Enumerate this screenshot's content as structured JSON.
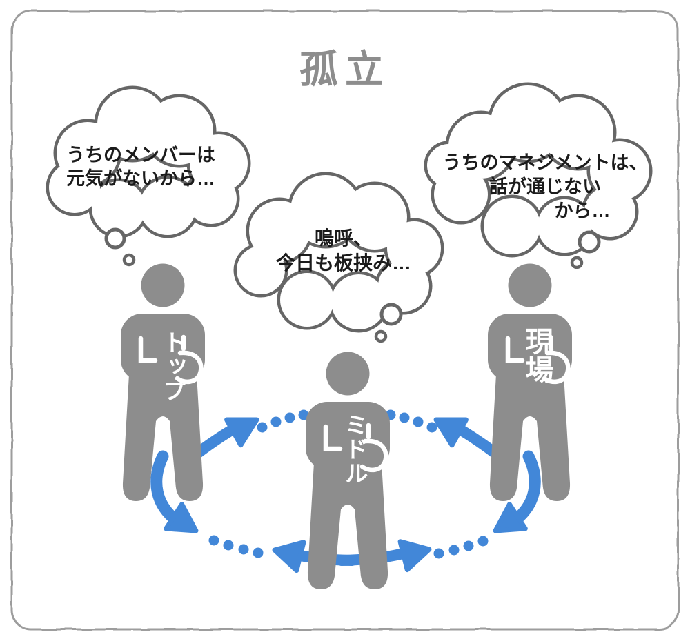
{
  "title": "孤立",
  "colors": {
    "accent_blue": "#4287d8",
    "figure_gray": "#8d8d8d",
    "bubble_outline_gray": "#666666",
    "border_gray": "#9d9d9d",
    "title_gray": "#8d8d8d",
    "text_black": "#1b1b1b"
  },
  "bubbles": {
    "left": {
      "lines": [
        "うちのメンバーは",
        "元気がないから…"
      ]
    },
    "middle": {
      "lines": [
        "嗚呼、",
        "今日も板挟み…"
      ]
    },
    "right": {
      "lines": [
        "うちのマネジメントは、",
        "話が通じない",
        "から…"
      ]
    }
  },
  "figures": {
    "left": {
      "label": "トップ"
    },
    "middle": {
      "label": "ミドル"
    },
    "right": {
      "label": "現場"
    }
  }
}
